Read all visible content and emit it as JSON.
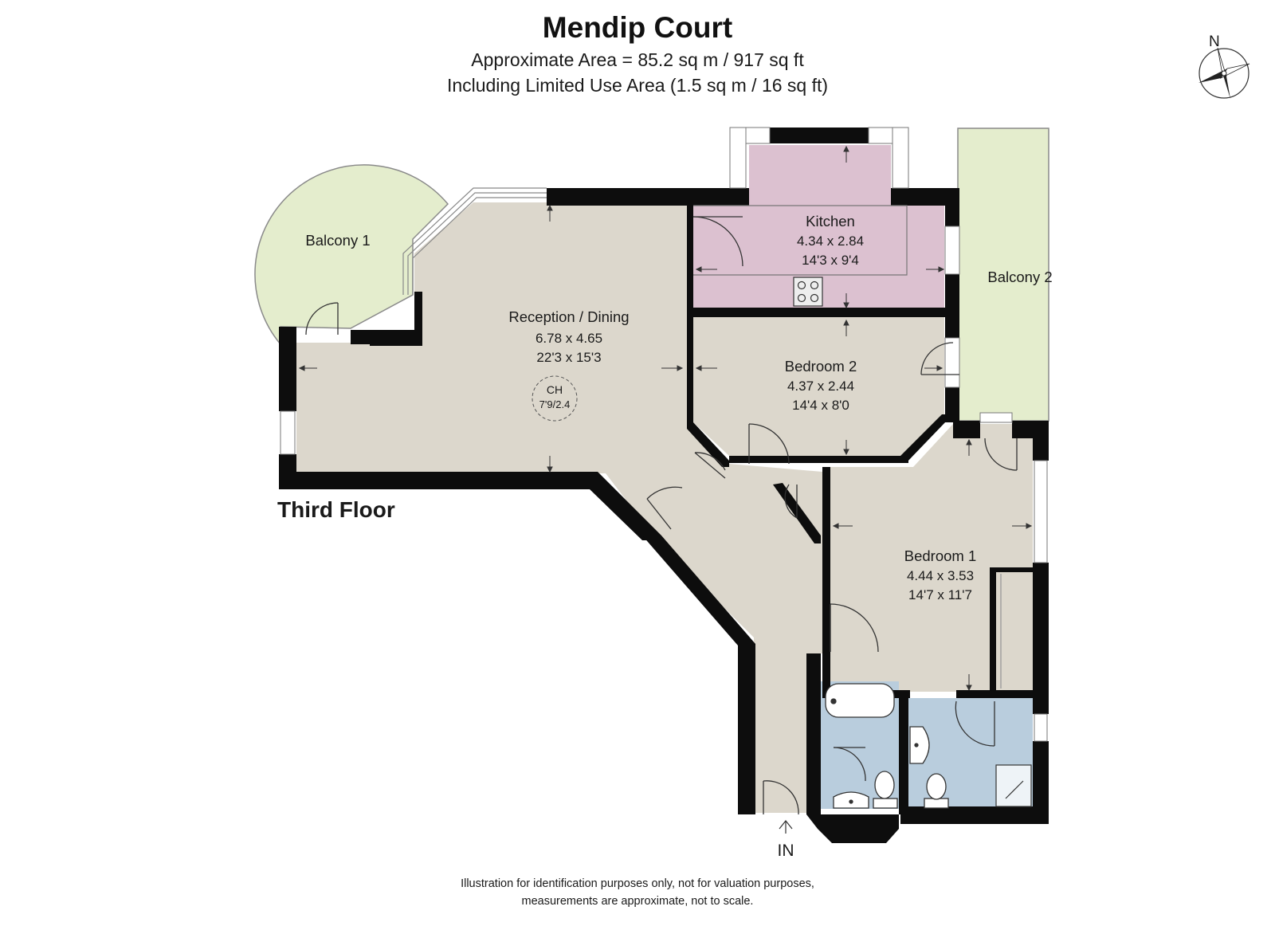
{
  "header": {
    "title": "Mendip Court",
    "area_line": "Approximate Area = 85.2 sq m / 917 sq ft",
    "limited_use_line": "Including Limited Use Area (1.5 sq m / 16 sq ft)"
  },
  "compass": {
    "label": "N"
  },
  "floor_label": "Third Floor",
  "rooms": {
    "balcony1": {
      "name": "Balcony 1"
    },
    "balcony2": {
      "name": "Balcony 2"
    },
    "kitchen": {
      "name": "Kitchen",
      "metric": "4.34 x 2.84",
      "imperial": "14'3 x 9'4"
    },
    "reception": {
      "name": "Reception / Dining",
      "metric": "6.78 x 4.65",
      "imperial": "22'3 x 15'3"
    },
    "bedroom2": {
      "name": "Bedroom 2",
      "metric": "4.37 x 2.44",
      "imperial": "14'4 x 8'0"
    },
    "bedroom1": {
      "name": "Bedroom 1",
      "metric": "4.44 x 3.53",
      "imperial": "14'7 x 11'7"
    }
  },
  "ceiling_height": {
    "label": "CH",
    "value": "7'9/2.4"
  },
  "entrance": {
    "label": "IN"
  },
  "disclaimer": {
    "line1": "Illustration for identification purposes only, not for valuation purposes,",
    "line2": "measurements are approximate, not to scale."
  },
  "colors": {
    "wall": "#0d0d0d",
    "floor": "#dcd7cc",
    "kitchen": "#dcc1d0",
    "bathroom": "#b9cddd",
    "balcony": "#e4edcd",
    "window": "#ffffff"
  }
}
